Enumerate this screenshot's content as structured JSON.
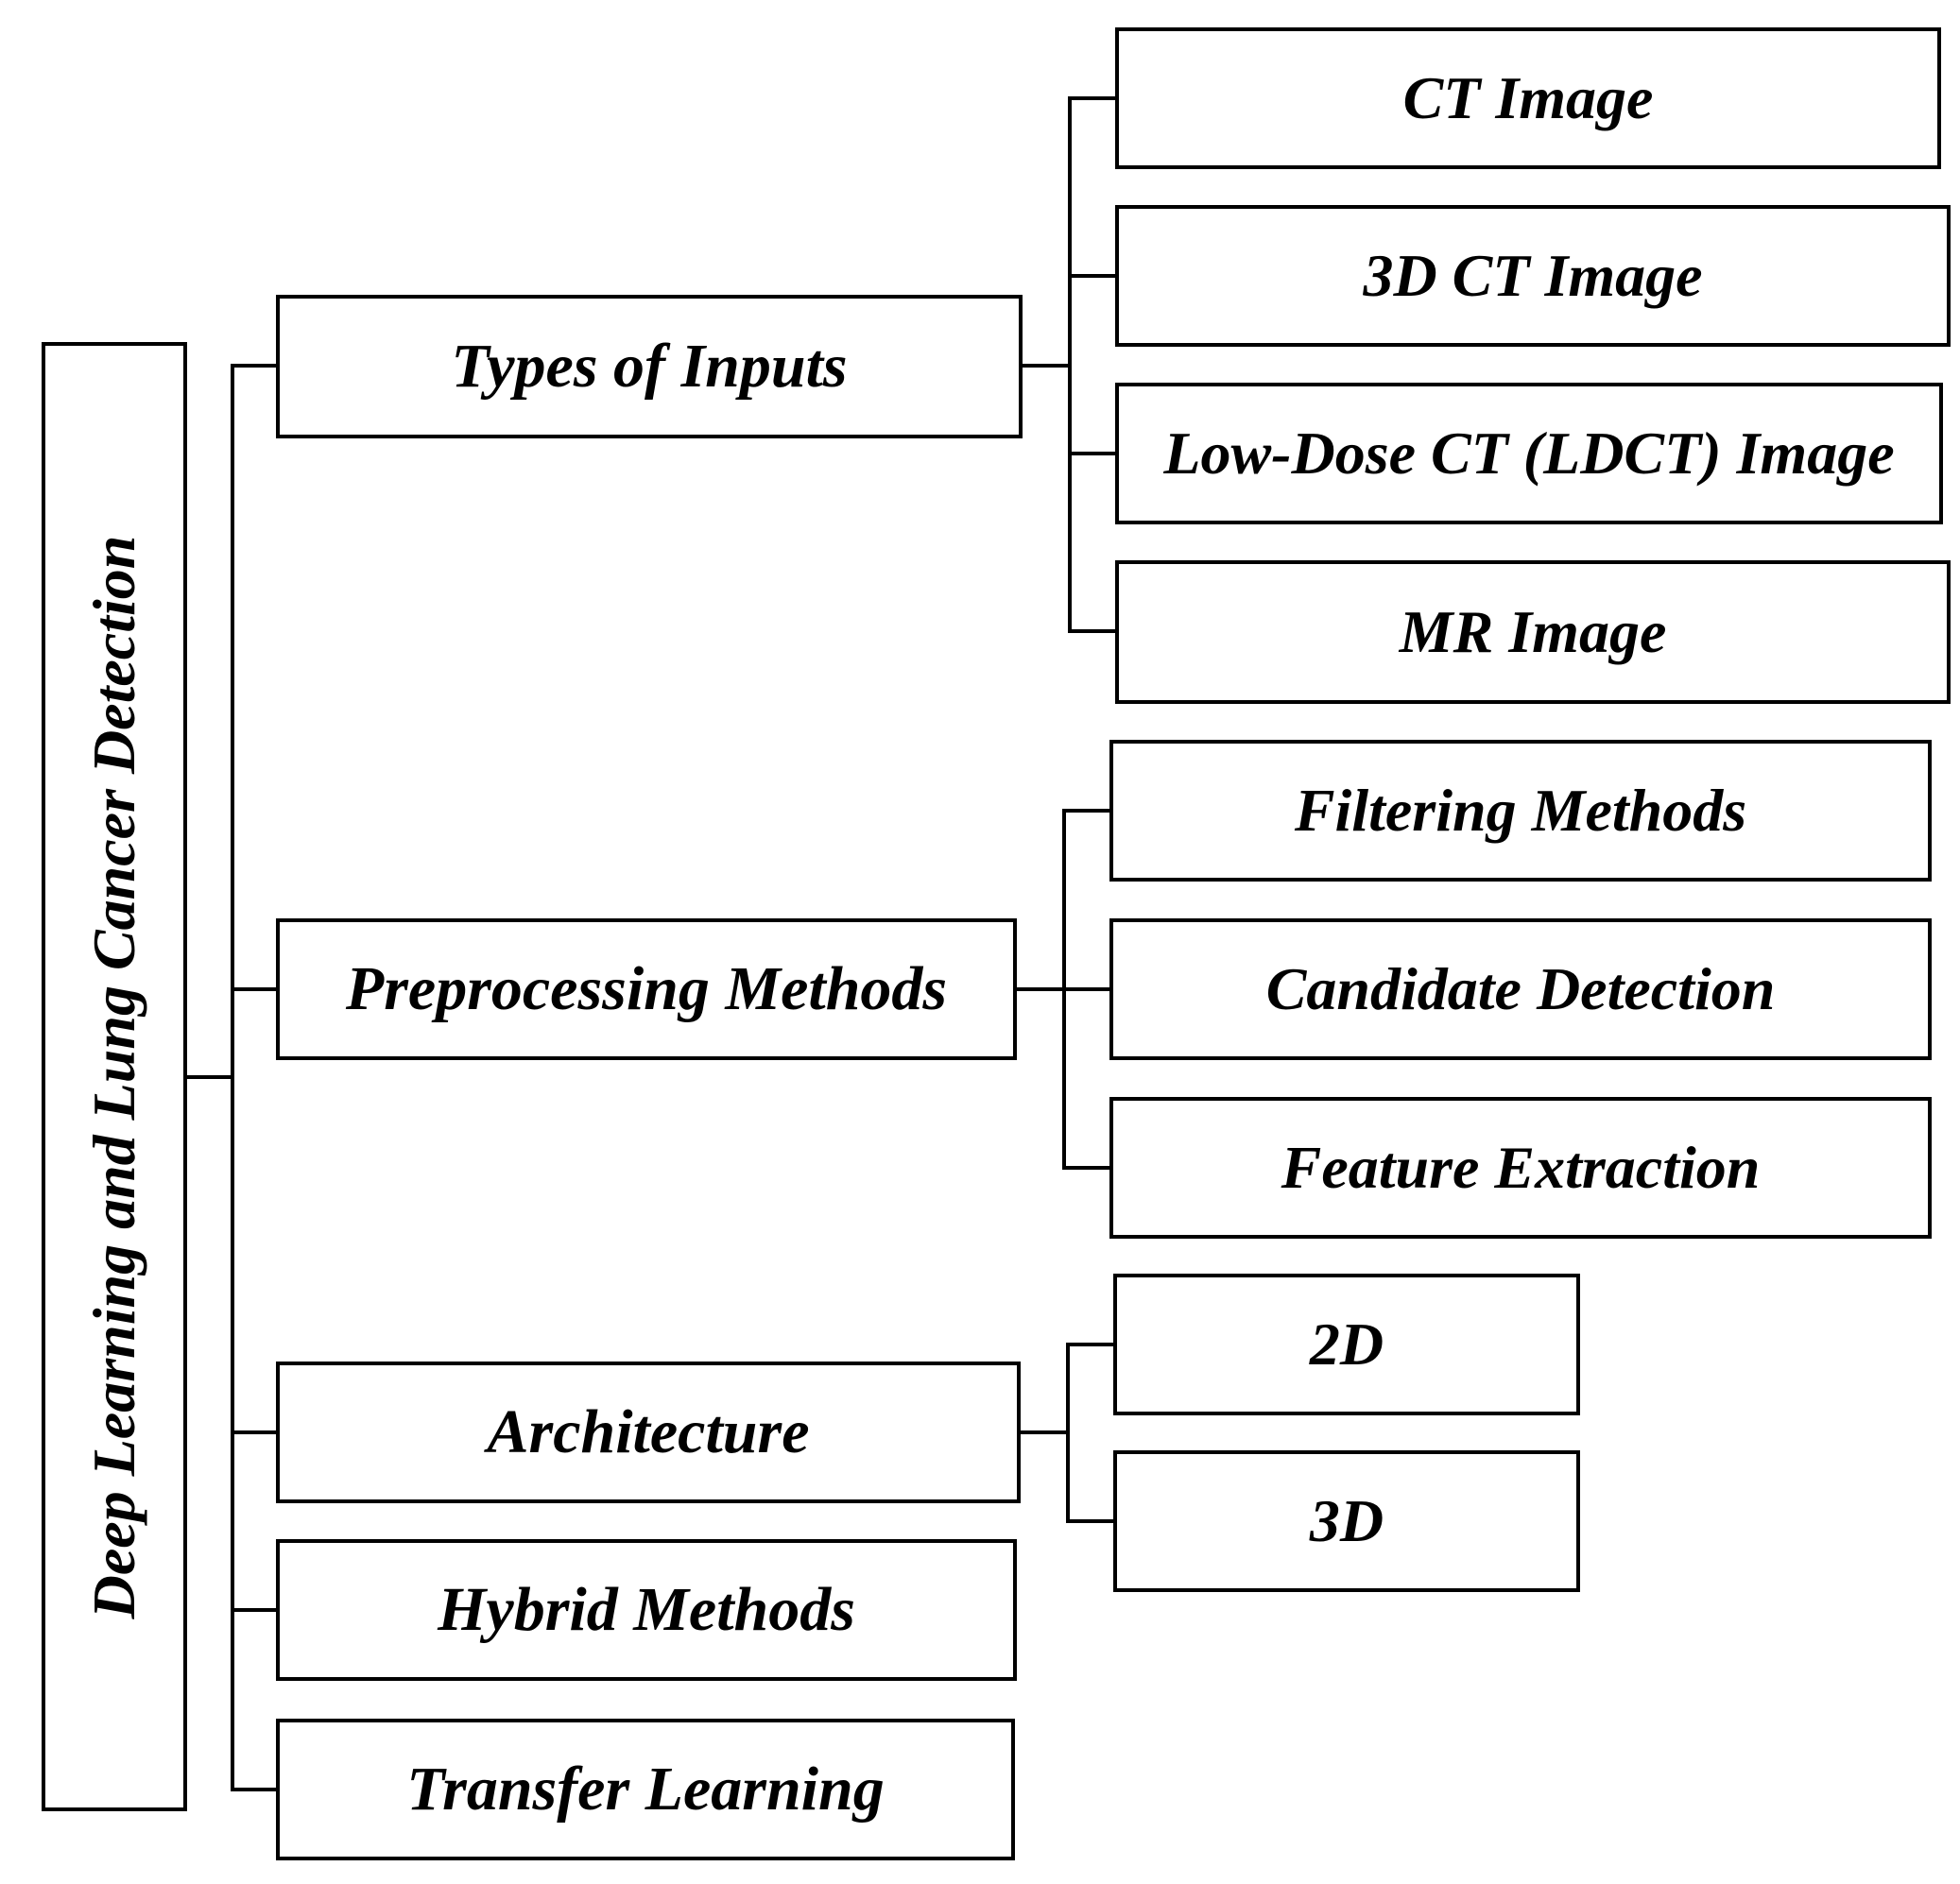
{
  "root": {
    "label": "Deep Learning and Lung Cancer Detection"
  },
  "categories": [
    {
      "label": "Types of Inputs",
      "children": [
        "CT Image",
        "3D CT Image",
        "Low-Dose CT (LDCT) Image",
        "MR Image"
      ]
    },
    {
      "label": "Preprocessing Methods",
      "children": [
        "Filtering Methods",
        "Candidate Detection",
        "Feature Extraction"
      ]
    },
    {
      "label": "Architecture",
      "children": [
        "2D",
        "3D"
      ]
    },
    {
      "label": "Hybrid Methods",
      "children": []
    },
    {
      "label": "Transfer Learning",
      "children": []
    }
  ]
}
